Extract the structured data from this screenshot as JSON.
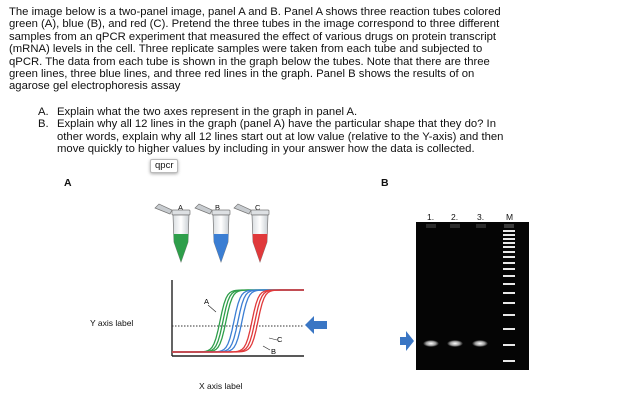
{
  "question": {
    "intro_lines": [
      "The image below is a two-panel image, panel A and B. Panel A shows three reaction tubes colored",
      "green (A), blue (B), and red (C).  Pretend the three tubes in the image correspond to three different",
      "samples from an qPCR experiment that measured the effect of various drugs on protein transcript",
      "(mRNA) levels in the cell. Three replicate samples were taken from each tube and subjected to",
      "qPCR. The data from each tube is shown in the graph below the tubes. Note that there are three",
      "green lines, three blue lines, and three red lines in the graph. Panel B shows the results of on",
      "agarose gel electrophoresis assay"
    ],
    "items": [
      {
        "label": "A.",
        "lines": [
          "Explain what the two axes represent in the graph in panel A."
        ]
      },
      {
        "label": "B.",
        "lines": [
          "Explain why all 12 lines in the graph (panel A) have the particular shape that they do? In",
          "other words, explain why all 12 lines start out at low  value (relative to the Y-axis) and then",
          "move quickly to higher values by including in your answer how the data is collected."
        ]
      }
    ],
    "tooltip": "qpcr"
  },
  "panel_a": {
    "label": "A",
    "tube_labels": [
      "A",
      "B",
      "C"
    ],
    "tube_colors": [
      "#2e9e4a",
      "#3b7ed3",
      "#e0393b"
    ],
    "y_axis_label": "Y axis label",
    "x_axis_label": "X axis label",
    "curve_labels": [
      "A",
      "B",
      "C"
    ],
    "arrow_color": "#3a76c4"
  },
  "panel_b": {
    "label": "B",
    "lane_labels": [
      "1.",
      "2.",
      "3.",
      "M"
    ],
    "arrow_color": "#3a76c4"
  }
}
